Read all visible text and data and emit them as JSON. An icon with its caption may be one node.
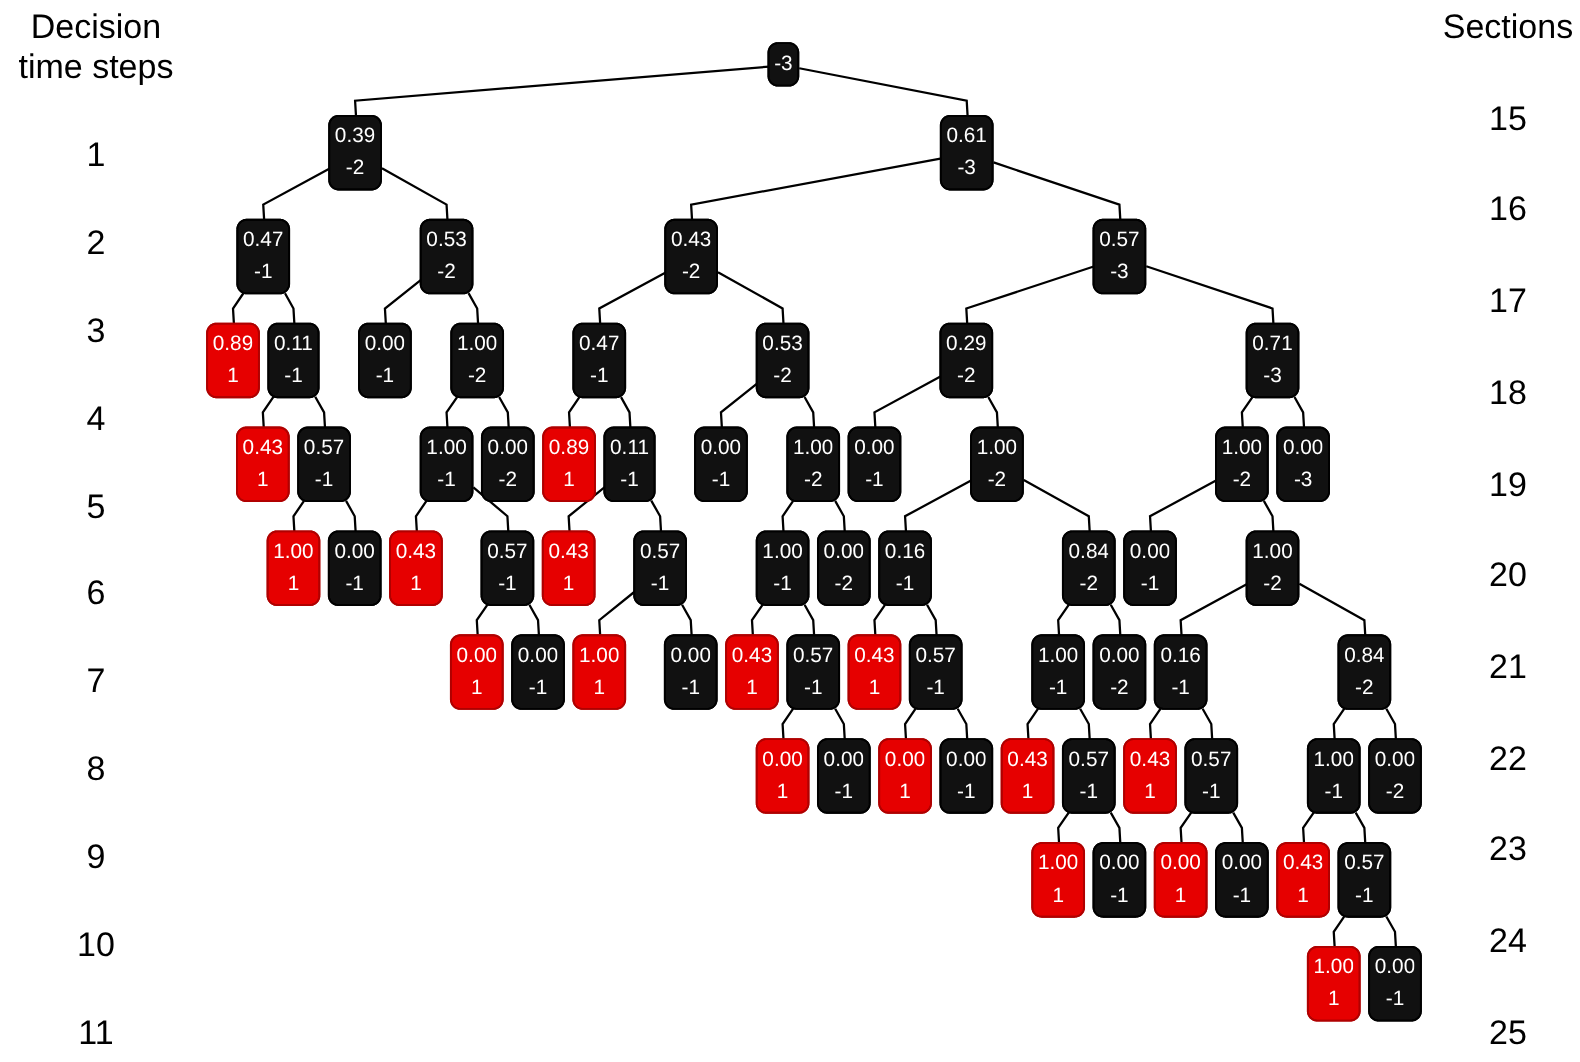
{
  "diagram": {
    "nodes": [
      {
        "text": [
          "-3"
        ]
      },
      {
        "text": [
          "0.39",
          "-2"
        ]
      },
      {
        "text": [
          "0.61",
          "-3"
        ]
      },
      {
        "text": [
          "0.43",
          "-2"
        ]
      },
      {
        "text": [
          "0.57",
          "-3"
        ]
      },
      {
        "text": [
          "0.29",
          "-2"
        ]
      },
      {
        "text": [
          "0.71",
          "-3"
        ]
      },
      {
        "text": [
          "0.47",
          "-1"
        ]
      },
      {
        "text": [
          "0.53",
          "-2"
        ]
      },
      {
        "text": [
          "0.47",
          "-1"
        ]
      },
      {
        "text": [
          "0.53",
          "-2"
        ]
      },
      {
        "text": [
          "1.00",
          "-2"
        ]
      },
      {
        "text": [
          "0.00",
          "-3"
        ]
      },
      {
        "text": [
          "0.00",
          "-1"
        ]
      },
      {
        "text": [
          "1.00",
          "-2"
        ]
      },
      {
        "text": [
          "0.00",
          "-1"
        ]
      },
      {
        "text": [
          "1.00",
          "-2"
        ]
      },
      {
        "text": [
          "0.00",
          "-1"
        ]
      },
      {
        "text": [
          "1.00",
          "-2"
        ]
      },
      {
        "text": [
          "0.00",
          "-1"
        ]
      },
      {
        "text": [
          "1.00",
          "-2"
        ]
      },
      {
        "text": [
          "1.00",
          "-1"
        ]
      },
      {
        "text": [
          "0.00",
          "-2"
        ]
      },
      {
        "text": [
          "1.00",
          "-1"
        ]
      },
      {
        "text": [
          "0.16",
          "-1"
        ]
      },
      {
        "text": [
          "0.00",
          "-2"
        ]
      },
      {
        "text": [
          "0.84",
          "-2"
        ]
      },
      {
        "text": [
          "0.16",
          "-1"
        ]
      },
      {
        "text": [
          "0.84",
          "-2"
        ]
      },
      {
        "text": [
          "1.00",
          "-1"
        ]
      },
      {
        "text": [
          "0.00",
          "-2"
        ]
      },
      {
        "text": [
          "1.00",
          "-1"
        ]
      },
      {
        "text": [
          "0.00",
          "-2"
        ]
      },
      {
        "text": [
          "0.89",
          "1"
        ]
      },
      {
        "text": [
          "0.11",
          "-1"
        ]
      },
      {
        "text": [
          "0.89",
          "1"
        ]
      },
      {
        "text": [
          "0.11",
          "-1"
        ]
      },
      {
        "text": [
          "0.43",
          "1"
        ]
      },
      {
        "text": [
          "0.57",
          "-1"
        ]
      },
      {
        "text": [
          "0.43",
          "1"
        ]
      },
      {
        "text": [
          "0.57",
          "-1"
        ]
      },
      {
        "text": [
          "0.43",
          "1"
        ]
      },
      {
        "text": [
          "0.57",
          "-1"
        ]
      },
      {
        "text": [
          "0.43",
          "1"
        ]
      },
      {
        "text": [
          "0.57",
          "-1"
        ]
      },
      {
        "text": [
          "0.43",
          "1"
        ]
      },
      {
        "text": [
          "0.57",
          "-1"
        ]
      },
      {
        "text": [
          "0.43",
          "1"
        ]
      },
      {
        "text": [
          "0.57",
          "-1"
        ]
      },
      {
        "text": [
          "0.43",
          "1"
        ]
      },
      {
        "text": [
          "0.57",
          "-1"
        ]
      },
      {
        "text": [
          "0.43",
          "1"
        ]
      },
      {
        "text": [
          "0.57",
          "-1"
        ]
      },
      {
        "text": [
          "1.00",
          "1"
        ]
      },
      {
        "text": [
          "0.00",
          "-1"
        ]
      },
      {
        "text": [
          "0.00",
          "1"
        ]
      },
      {
        "text": [
          "0.00",
          "-1"
        ]
      },
      {
        "text": [
          "1.00",
          "1"
        ]
      },
      {
        "text": [
          "0.00",
          "-1"
        ]
      },
      {
        "text": [
          "0.00",
          "1"
        ]
      },
      {
        "text": [
          "0.00",
          "-1"
        ]
      },
      {
        "text": [
          "0.00",
          "1"
        ]
      },
      {
        "text": [
          "0.00",
          "-1"
        ]
      },
      {
        "text": [
          "1.00",
          "1"
        ]
      },
      {
        "text": [
          "0.00",
          "-1"
        ]
      },
      {
        "text": [
          "0.00",
          "1"
        ]
      },
      {
        "text": [
          "0.00",
          "-1"
        ]
      },
      {
        "text": [
          "1.00",
          "1"
        ]
      },
      {
        "text": [
          "0.00",
          "-1"
        ]
      }
    ],
    "edges": [
      {
        "from": 0,
        "to": 1,
        "arrow": "none"
      },
      {
        "from": 0,
        "to": 2,
        "arrow": "none"
      },
      {
        "from": 2,
        "to": 3,
        "arrow": "none"
      },
      {
        "from": 2,
        "to": 4,
        "arrow": "none"
      },
      {
        "from": 4,
        "to": 5,
        "arrow": "none"
      },
      {
        "from": 4,
        "to": 6,
        "arrow": "none"
      },
      {
        "from": 1,
        "to": 7,
        "arrow": "none"
      },
      {
        "from": 1,
        "to": 8,
        "arrow": "none"
      },
      {
        "from": 3,
        "to": 9,
        "arrow": "none"
      },
      {
        "from": 3,
        "to": 10,
        "arrow": "none"
      },
      {
        "from": 6,
        "to": 11,
        "arrow": "none"
      },
      {
        "from": 6,
        "to": 12,
        "arrow": "none"
      },
      {
        "from": 8,
        "to": 13,
        "arrow": "none"
      },
      {
        "from": 8,
        "to": 14,
        "arrow": "none"
      },
      {
        "from": 10,
        "to": 15,
        "arrow": "none"
      },
      {
        "from": 10,
        "to": 16,
        "arrow": "none"
      },
      {
        "from": 5,
        "to": 17,
        "arrow": "none"
      },
      {
        "from": 5,
        "to": 18,
        "arrow": "none"
      },
      {
        "from": 11,
        "to": 19,
        "arrow": "none"
      },
      {
        "from": 11,
        "to": 20,
        "arrow": "none"
      },
      {
        "from": 14,
        "to": 21,
        "arrow": "none"
      },
      {
        "from": 14,
        "to": 22,
        "arrow": "none"
      },
      {
        "from": 16,
        "to": 23,
        "arrow": "none"
      },
      {
        "from": 18,
        "to": 24,
        "arrow": "none"
      },
      {
        "from": 16,
        "to": 25,
        "arrow": "none"
      },
      {
        "from": 18,
        "to": 26,
        "arrow": "none"
      },
      {
        "from": 20,
        "to": 27,
        "arrow": "none"
      },
      {
        "from": 20,
        "to": 28,
        "arrow": "none"
      },
      {
        "from": 26,
        "to": 29,
        "arrow": "none"
      },
      {
        "from": 26,
        "to": 30,
        "arrow": "none"
      },
      {
        "from": 28,
        "to": 31,
        "arrow": "none"
      },
      {
        "from": 28,
        "to": 32,
        "arrow": "none"
      },
      {
        "from": 7,
        "to": 33,
        "arrow": "none"
      },
      {
        "from": 7,
        "to": 34,
        "arrow": "none"
      },
      {
        "from": 9,
        "to": 35,
        "arrow": "none"
      },
      {
        "from": 9,
        "to": 36,
        "arrow": "none"
      },
      {
        "from": 34,
        "to": 37,
        "arrow": "none"
      },
      {
        "from": 34,
        "to": 38,
        "arrow": "none"
      },
      {
        "from": 21,
        "to": 39,
        "arrow": "none"
      },
      {
        "from": 21,
        "to": 40,
        "arrow": "none"
      },
      {
        "from": 36,
        "to": 41,
        "arrow": "none"
      },
      {
        "from": 36,
        "to": 42,
        "arrow": "none"
      },
      {
        "from": 23,
        "to": 43,
        "arrow": "none"
      },
      {
        "from": 23,
        "to": 44,
        "arrow": "none"
      },
      {
        "from": 24,
        "to": 45,
        "arrow": "none"
      },
      {
        "from": 24,
        "to": 46,
        "arrow": "none"
      },
      {
        "from": 29,
        "to": 47,
        "arrow": "none"
      },
      {
        "from": 29,
        "to": 48,
        "arrow": "none"
      },
      {
        "from": 27,
        "to": 49,
        "arrow": "none"
      },
      {
        "from": 27,
        "to": 50,
        "arrow": "none"
      },
      {
        "from": 31,
        "to": 51,
        "arrow": "none"
      },
      {
        "from": 31,
        "to": 52,
        "arrow": "none"
      },
      {
        "from": 38,
        "to": 53,
        "arrow": "none"
      },
      {
        "from": 38,
        "to": 54,
        "arrow": "none"
      },
      {
        "from": 40,
        "to": 55,
        "arrow": "none"
      },
      {
        "from": 40,
        "to": 56,
        "arrow": "none"
      },
      {
        "from": 42,
        "to": 57,
        "arrow": "none"
      },
      {
        "from": 42,
        "to": 58,
        "arrow": "none"
      },
      {
        "from": 44,
        "to": 59,
        "arrow": "none"
      },
      {
        "from": 44,
        "to": 60,
        "arrow": "none"
      },
      {
        "from": 46,
        "to": 61,
        "arrow": "none"
      },
      {
        "from": 46,
        "to": 62,
        "arrow": "none"
      },
      {
        "from": 48,
        "to": 63,
        "arrow": "none"
      },
      {
        "from": 48,
        "to": 64,
        "arrow": "none"
      },
      {
        "from": 50,
        "to": 65,
        "arrow": "none"
      },
      {
        "from": 50,
        "to": 66,
        "arrow": "none"
      },
      {
        "from": 52,
        "to": 67,
        "arrow": "none"
      },
      {
        "from": 52,
        "to": 68,
        "arrow": "none"
      }
    ],
    "labels": [
      "Decision time steps",
      "Sections",
      "1",
      "15",
      "2",
      "16",
      "3",
      "17",
      "4",
      "18",
      "5",
      "19",
      "6",
      "20",
      "7",
      "21",
      "8",
      "22",
      "9",
      "23",
      "10",
      "24",
      "11",
      "25"
    ]
  }
}
